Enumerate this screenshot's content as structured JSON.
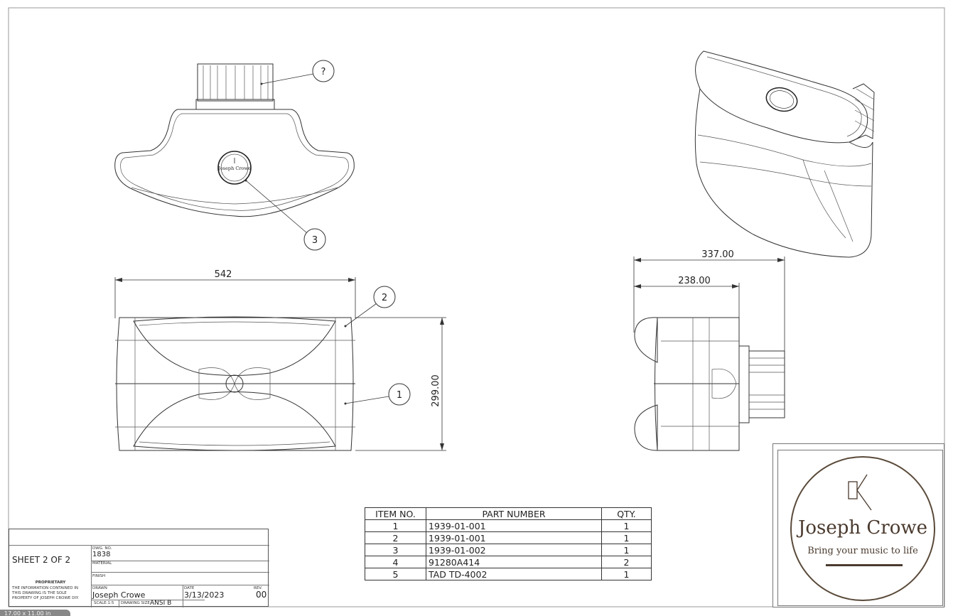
{
  "dimensions": {
    "width_front": "542",
    "height_front": "299.00",
    "side_outer": "337.00",
    "side_inner": "238.00"
  },
  "balloons": {
    "b_cap": "?",
    "b_logo": "3",
    "b_top": "2",
    "b_body": "1"
  },
  "bom": {
    "headers": [
      "ITEM NO.",
      "PART NUMBER",
      "QTY."
    ],
    "rows": [
      {
        "item": "1",
        "part": "1939-01-001",
        "qty": "1"
      },
      {
        "item": "2",
        "part": "1939-01-001",
        "qty": "1"
      },
      {
        "item": "3",
        "part": "1939-01-002",
        "qty": "1"
      },
      {
        "item": "4",
        "part": "91280A414",
        "qty": "2"
      },
      {
        "item": "5",
        "part": "TAD TD-4002",
        "qty": "1"
      }
    ]
  },
  "title_block": {
    "sheet": "SHEET 2 OF 2",
    "dwg_no_label": "DWG. NO.",
    "dwg_no": "1838",
    "material_label": "MATERIAL",
    "finish_label": "FINISH",
    "proprietary_title": "PROPRIETARY",
    "proprietary_line1": "THE INFORMATION CONTAINED IN",
    "proprietary_line2": "THIS DRAWING IS THE SOLE",
    "proprietary_line3": "PROPERTY OF JOSEPH CROWE DIY.",
    "drawn_label": "DRAWN",
    "drawn_by": "Joseph Crowe",
    "date_label": "DATE",
    "date": "3/13/2023",
    "rev_label": "REV.",
    "rev": "00",
    "scale_label": "SCALE:1:5",
    "size_label": "DRAWING SIZE",
    "size": "ANSI B"
  },
  "logo": {
    "name": "Joseph Crowe",
    "tagline": "Bring your music to life",
    "stamp_text": "Joseph Crowe",
    "brand_color": "#4a3a2e"
  },
  "status_chip": "17.00 x 11.00 in"
}
